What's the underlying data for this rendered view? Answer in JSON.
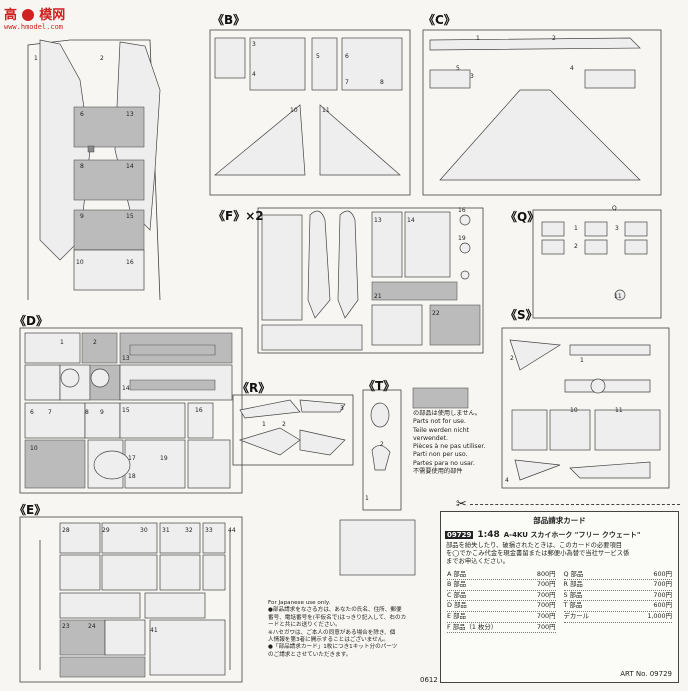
{
  "watermark": {
    "logo": "高",
    "brand": "模网",
    "url": "www.hmodel.com"
  },
  "labels": {
    "b": "《B》",
    "c": "《C》",
    "f": "《F》×2",
    "q": "《Q》",
    "d": "《D》",
    "s": "《S》",
    "r": "《R》",
    "t": "《T》",
    "e": "《E》"
  },
  "notice": {
    "lines": [
      "の部品は使用しません。",
      "Parts not for use.",
      "Teile werden nicht verwendet.",
      "Pièces à ne pas utiliser.",
      "Parti non per uso.",
      "Partes para no usar.",
      "不需要使用的部件"
    ]
  },
  "japanese_note": {
    "heading": "For Japanese use only.",
    "lines": [
      "●部品請求をなさる方は、あなたの氏名、住所、郵便",
      "番号、電話番号を(平仮名で)はっきり記入して、右のカ",
      "ードと共にお送りください。",
      "※ハセガワは、ご本人の同意がある場合を除き、個",
      "人情報を第3者に開示することはございません。",
      "●「部品請求カード」1枚につき1キット分のパーツ",
      "のご請求とさせていただきます。"
    ]
  },
  "card": {
    "title": "部品請求カード",
    "code": "09729",
    "scale": "1:48",
    "model": "A-4KU スカイホーク \"フリー クウェート\"",
    "instructions": [
      "部品を紛失したり、破損されたときは、このカードの必要項目",
      "を◯でかこみ代金を現金書留または郵便小為替で当社サービス係",
      "までお申込ください。"
    ],
    "left": [
      {
        "label": "A 部品",
        "price": "800円"
      },
      {
        "label": "B 部品",
        "price": "700円"
      },
      {
        "label": "C 部品",
        "price": "700円"
      },
      {
        "label": "D 部品",
        "price": "700円"
      },
      {
        "label": "E 部品",
        "price": "700円"
      },
      {
        "label": "F 部品（1 枚分）",
        "price": "700円"
      }
    ],
    "right": [
      {
        "label": "Q 部品",
        "price": "600円"
      },
      {
        "label": "R 部品",
        "price": "700円"
      },
      {
        "label": "S 部品",
        "price": "700円"
      },
      {
        "label": "T 部品",
        "price": "600円"
      },
      {
        "label": "デカール",
        "price": "1,000円"
      }
    ],
    "art_no": "ART No. 09729"
  },
  "footer_code": "0612"
}
